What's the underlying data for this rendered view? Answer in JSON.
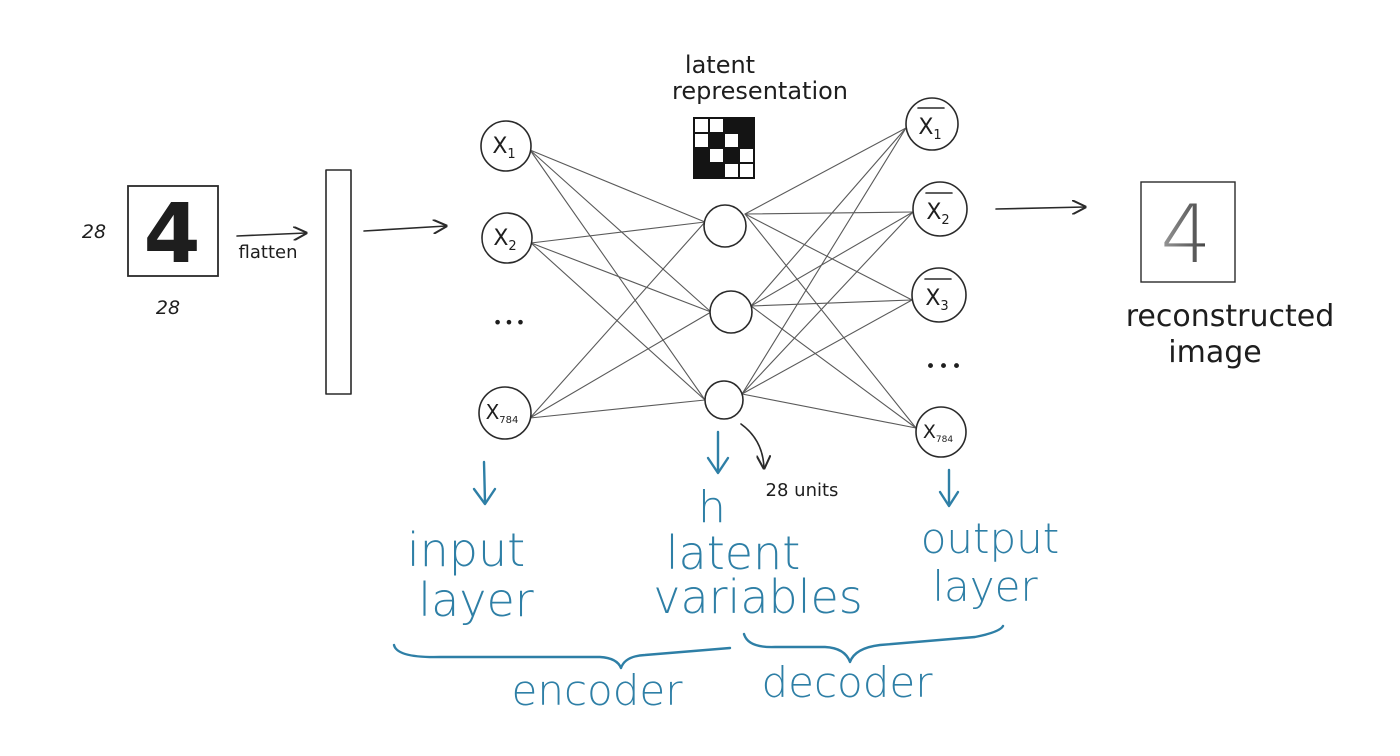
{
  "input_image": {
    "digit": "4",
    "height_label": "28",
    "width_label": "28"
  },
  "flatten_label": "flatten",
  "input_layer": {
    "nodes": [
      {
        "base": "X",
        "sub": "1"
      },
      {
        "base": "X",
        "sub": "2"
      },
      {
        "base": "X",
        "sub": "784"
      }
    ],
    "ellipsis": "•••"
  },
  "latent": {
    "title_line1": "latent",
    "title_line2": "representation",
    "grid": [
      [
        0,
        0,
        1,
        1
      ],
      [
        0,
        1,
        0,
        1
      ],
      [
        1,
        0,
        1,
        0
      ],
      [
        1,
        1,
        0,
        0
      ]
    ],
    "units_label": "28 units",
    "node_count": 3
  },
  "output_layer": {
    "nodes": [
      {
        "base": "X",
        "sub": "1",
        "bar": true
      },
      {
        "base": "X",
        "sub": "2",
        "bar": true
      },
      {
        "base": "X",
        "sub": "3",
        "bar": true
      },
      {
        "base": "X",
        "sub": "784",
        "bar": false
      }
    ],
    "ellipsis": "•••"
  },
  "reconstructed": {
    "digit": "4",
    "label_line1": "reconstructed",
    "label_line2": "image"
  },
  "annotations": {
    "input_line1": "input",
    "input_line2": "layer",
    "h_label": "h",
    "latent_line1": "latent",
    "latent_line2": "variables",
    "output_line1": "output",
    "output_line2": "layer",
    "encoder": "encoder",
    "decoder": "decoder"
  },
  "colors": {
    "ink": "#2a2a2a",
    "accent_blue": "#2e7fa6"
  }
}
